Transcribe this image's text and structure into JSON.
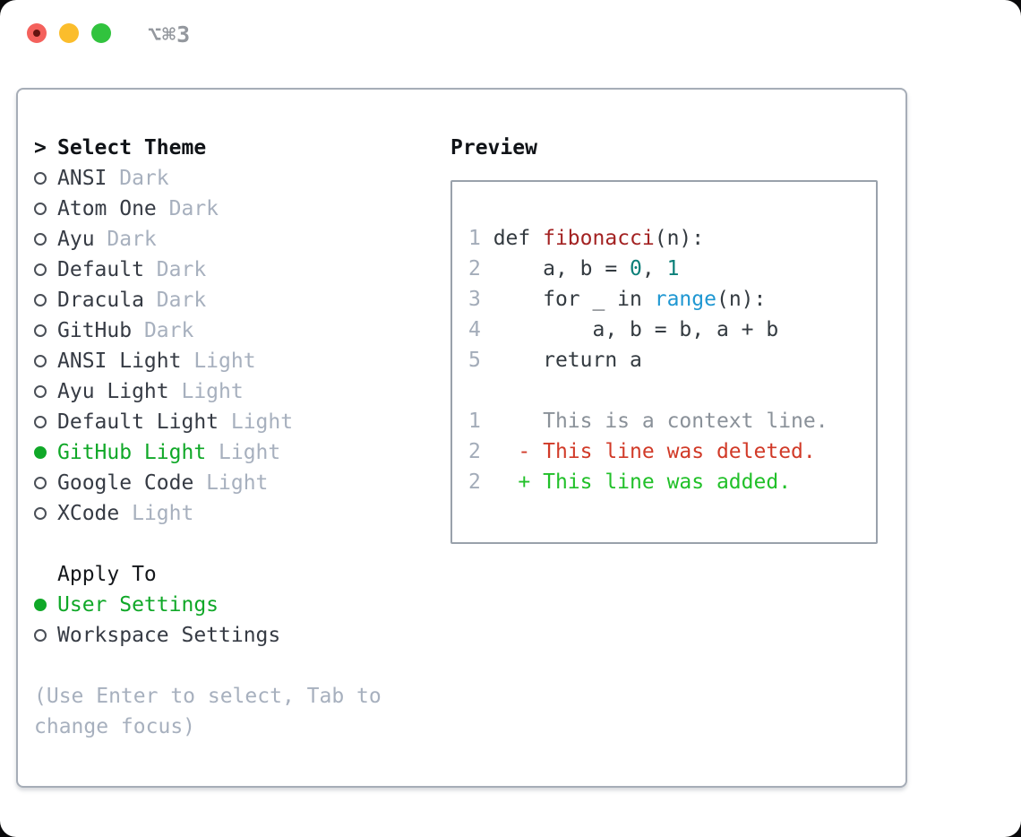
{
  "window": {
    "title": "⌥⌘3"
  },
  "colors": {
    "selected_green": "#10a828",
    "tag_gray": "#a7b0be",
    "function_red": "#a32222",
    "number_teal": "#0b7f79",
    "builtin_blue": "#1f97d2",
    "diff_deleted_red": "#d13a28",
    "diff_added_green": "#21c029",
    "diff_context_gray": "#8a9199",
    "traffic_red": "#f4615c",
    "traffic_yellow": "#fbbd2c",
    "traffic_green": "#31c33e"
  },
  "theme_panel": {
    "prompt": ">",
    "header": "Select Theme",
    "themes": [
      {
        "name": "ANSI",
        "tag": "Dark",
        "selected": false
      },
      {
        "name": "Atom One",
        "tag": "Dark",
        "selected": false
      },
      {
        "name": "Ayu",
        "tag": "Dark",
        "selected": false
      },
      {
        "name": "Default",
        "tag": "Dark",
        "selected": false
      },
      {
        "name": "Dracula",
        "tag": "Dark",
        "selected": false
      },
      {
        "name": "GitHub",
        "tag": "Dark",
        "selected": false
      },
      {
        "name": "ANSI Light",
        "tag": "Light",
        "selected": false
      },
      {
        "name": "Ayu Light",
        "tag": "Light",
        "selected": false
      },
      {
        "name": "Default Light",
        "tag": "Light",
        "selected": false
      },
      {
        "name": "GitHub Light",
        "tag": "Light",
        "selected": true
      },
      {
        "name": "Google Code",
        "tag": "Light",
        "selected": false
      },
      {
        "name": "XCode",
        "tag": "Light",
        "selected": false
      }
    ],
    "apply_header": "Apply To",
    "apply_options": [
      {
        "name": "User Settings",
        "selected": true
      },
      {
        "name": "Workspace Settings",
        "selected": false
      }
    ],
    "help": "(Use Enter to select, Tab to change focus)"
  },
  "preview": {
    "header": "Preview",
    "line1": {
      "num": "1",
      "t1": " def ",
      "fn": "fibonacci",
      "t2": "(n):"
    },
    "line2": {
      "num": "2",
      "t1": "     a, b = ",
      "n1": "0",
      "t2": ", ",
      "n2": "1"
    },
    "line3": {
      "num": "3",
      "t1": "     for _ in ",
      "bi": "range",
      "t2": "(n):"
    },
    "line4": {
      "num": "4",
      "t1": "         a, b = b, a + b"
    },
    "line5": {
      "num": "5",
      "t1": "     return a"
    },
    "diff_context": {
      "num": "1",
      "text": "     This is a context line."
    },
    "diff_deleted": {
      "num": "2",
      "text": "   - This line was deleted."
    },
    "diff_added": {
      "num": "2",
      "text": "   + This line was added."
    }
  }
}
